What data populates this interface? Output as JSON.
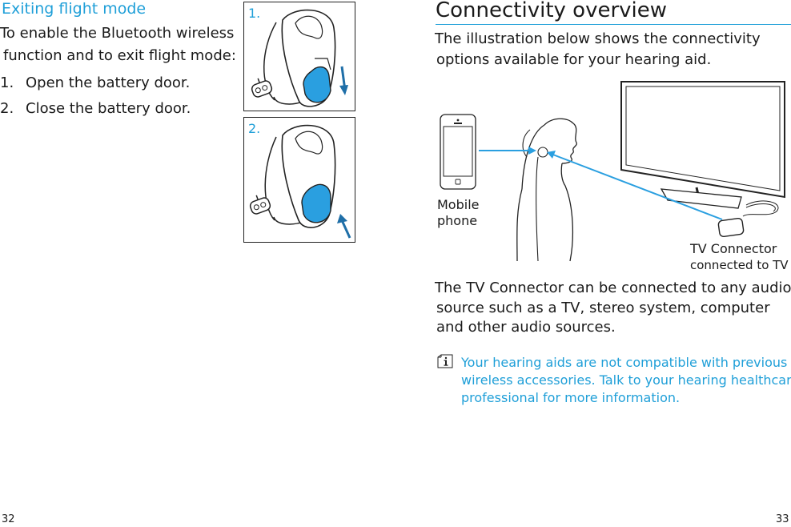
{
  "left_page": {
    "heading": "Exiting flight mode",
    "intro_lines": [
      "To enable the Bluetooth wireless",
      "function and to exit flight mode:"
    ],
    "steps": [
      {
        "num": "1.",
        "text": "Open the battery door."
      },
      {
        "num": "2.",
        "text": "Close the battery door."
      }
    ],
    "figures": [
      {
        "num": "1.",
        "icon": "hearing-aid-battery-door-open-icon",
        "arrow": "down"
      },
      {
        "num": "2.",
        "icon": "hearing-aid-battery-door-close-icon",
        "arrow": "up"
      }
    ],
    "page_number": "32"
  },
  "right_page": {
    "heading": "Connectivity overview",
    "intro_lines": [
      "The illustration below shows the connectivity",
      "options available for your hearing aid."
    ],
    "illustration": {
      "phone_label_lines": [
        "Mobile",
        "phone"
      ],
      "tv_label_lines": [
        "TV Connector",
        "connected to TV"
      ]
    },
    "body_lines": [
      "The TV Connector can be connected to any audio",
      "source such as a TV, stereo system, computer",
      "and other audio sources."
    ],
    "note_icon": "info-icon",
    "note_lines": [
      "Your hearing aids are not compatible with previous",
      "wireless accessories. Talk to your hearing healthcare",
      "professional for more information."
    ],
    "page_number": "33"
  },
  "colors": {
    "accent": "#1f9fd8",
    "text": "#1a1a1a",
    "device_fill": "#2a9fe0"
  }
}
